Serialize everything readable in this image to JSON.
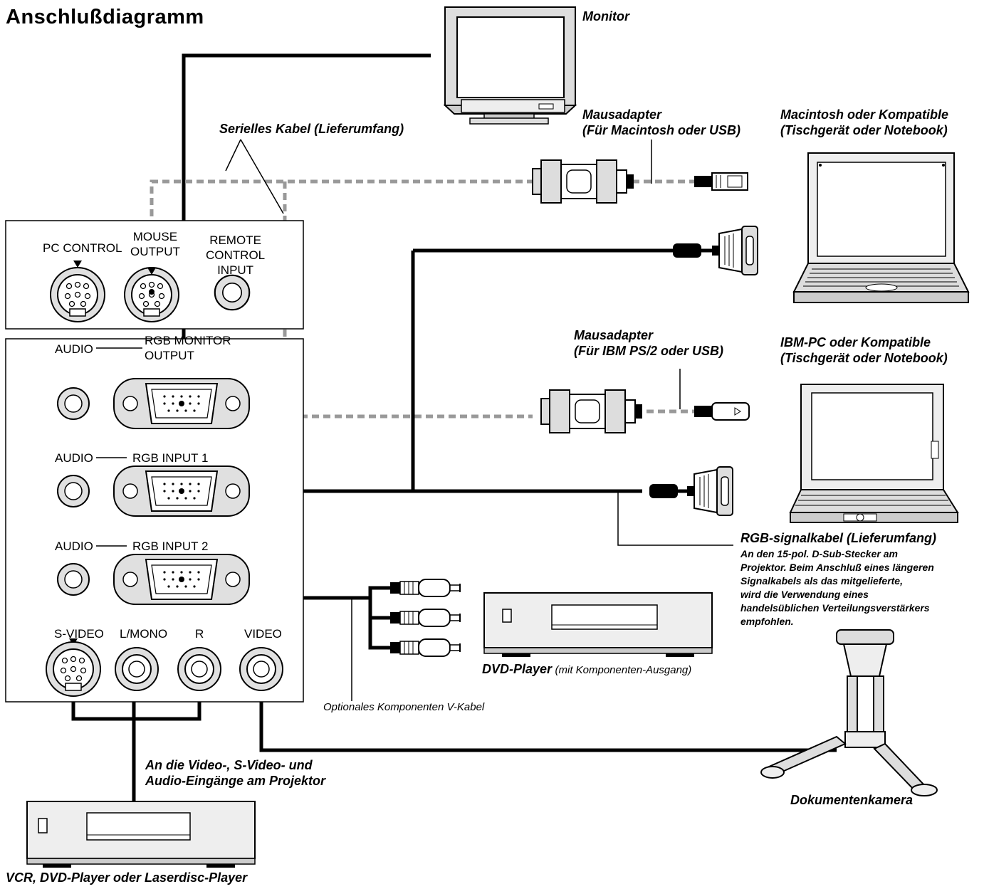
{
  "title": "Anschlußdiagramm",
  "devices": {
    "monitor": "Monitor",
    "mac": [
      "Macintosh oder Kompatible",
      "(Tischgerät oder Notebook)"
    ],
    "ibm": [
      "IBM-PC oder Kompatible",
      "(Tischgerät oder Notebook)"
    ],
    "dvd_player_name": "DVD-Player",
    "dvd_player_suffix": "(mit Komponenten-Ausgang)",
    "document_camera": "Dokumentenkamera",
    "vcr": "VCR, DVD-Player oder Laserdisc-Player"
  },
  "cables": {
    "serial": "Serielles Kabel (Lieferumfang)",
    "mouse_adapter_mac": [
      "Mausadapter",
      "(Für Macintosh oder USB)"
    ],
    "mouse_adapter_ibm": [
      "Mausadapter",
      "(Für IBM PS/2 oder USB)"
    ],
    "rgb_cable_title": "RGB-signalkabel (Lieferumfang)",
    "rgb_cable_note": [
      "An den 15-pol. D-Sub-Stecker am",
      "Projektor. Beim Anschluß eines längeren",
      "Signalkabels als das mitgelieferte,",
      "wird die Verwendung eines",
      "handelsüblichen Verteilungsverstärkers",
      "empfohlen."
    ],
    "component_cable": "Optionales Komponenten V-Kabel",
    "video_inputs": [
      "An die Video-, S-Video- und",
      "Audio-Eingänge am Projektor"
    ]
  },
  "panel_top": {
    "pc_control": "PC  CONTROL",
    "mouse_output": [
      "MOUSE",
      "OUTPUT"
    ],
    "remote_control": [
      "REMOTE",
      "CONTROL",
      "INPUT"
    ]
  },
  "panel_main": {
    "audio": "AUDIO",
    "rgb_monitor_output": [
      "RGB MONITOR",
      "OUTPUT"
    ],
    "rgb_input_1": "RGB INPUT 1",
    "rgb_input_2": "RGB INPUT 2",
    "s_video": "S-VIDEO",
    "l_mono": "L/MONO",
    "r": "R",
    "video": "VIDEO"
  }
}
